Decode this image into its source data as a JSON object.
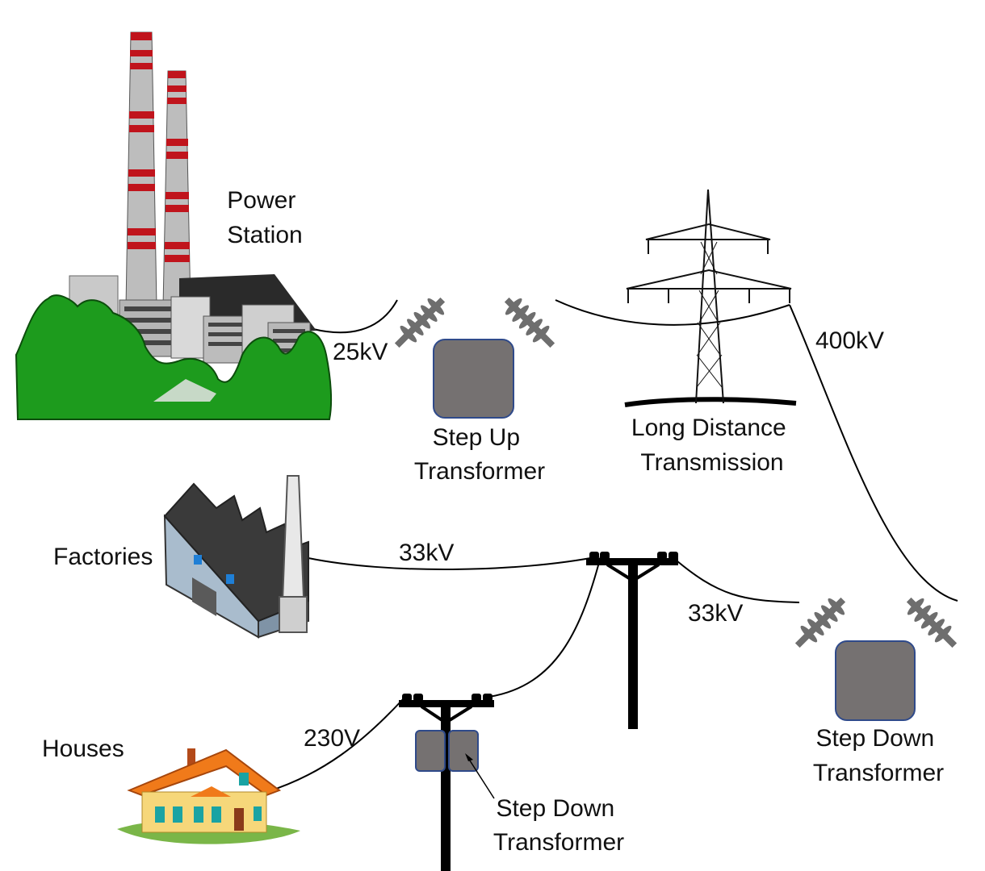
{
  "labels": {
    "power_station": [
      "Power",
      "Station"
    ],
    "step_up": [
      "Step Up",
      "Transformer"
    ],
    "long_distance": [
      "Long Distance",
      "Transmission"
    ],
    "step_down_main": [
      "Step Down",
      "Transformer"
    ],
    "step_down_pole": [
      "Step Down",
      "Transformer"
    ],
    "factories": "Factories",
    "houses": "Houses"
  },
  "voltages": {
    "v25": "25kV",
    "v400": "400kV",
    "v33_factory": "33kV",
    "v33_sub": "33kV",
    "v230": "230V"
  },
  "colors": {
    "transformer": "#757171",
    "transformer_stroke": "#2f4a8a",
    "insulator": "#6e6e6e",
    "foliage": "#1d9b1d",
    "chimney_red": "#c0141c",
    "chimney_grey": "#bdbdbd",
    "house_wall": "#f6d77a",
    "house_roof": "#f07a1a",
    "factory_wall": "#a9bccd",
    "factory_roof": "#3a3a3a",
    "pole": "#000000"
  }
}
